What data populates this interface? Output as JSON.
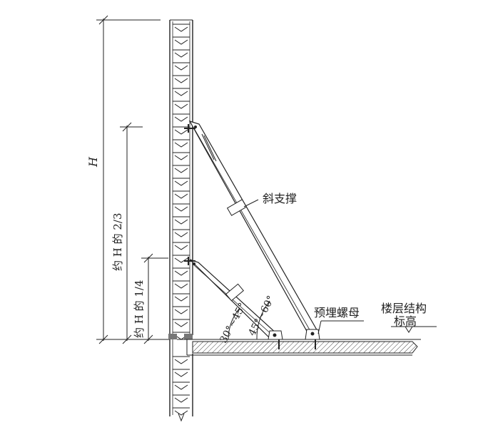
{
  "labels": {
    "height": "H",
    "upper_brace_height": "约 H 的 2/3",
    "lower_brace_height": "约 H 的 1/4",
    "diagonal_brace": "斜支撑",
    "embedded_nut": "预埋螺母",
    "floor_level_line1": "楼层结构",
    "floor_level_line2": "标高",
    "angle_lower": "30°~45°",
    "angle_upper": "45°~60°"
  }
}
